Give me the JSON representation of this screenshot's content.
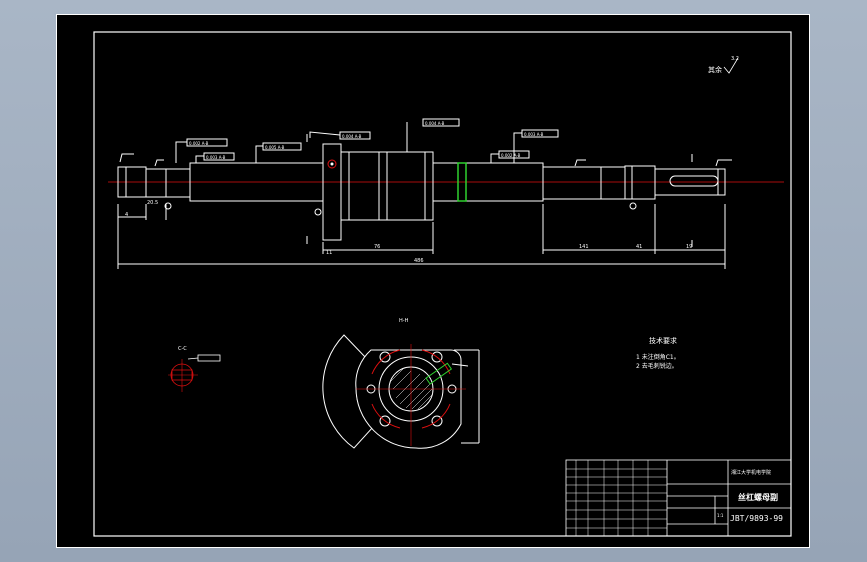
{
  "drawing": {
    "title": "丝杠螺母副",
    "code": "JBT/9893-99",
    "scale": "1:1",
    "title_block_note": "湘江大学机电学院",
    "roughness_note": "其余",
    "roughness_value": "3.2",
    "tech_req_title": "技术要求",
    "tech_req_items": [
      "1 未注倒角C1。",
      "2 去毛刺锐边。"
    ],
    "section_label_top": "H-H",
    "section_label_side": "C-C",
    "dimensions": {
      "overall": "486",
      "flange_to_end": "76",
      "nut_flange": "11",
      "right_seg": "141",
      "right_small": "41",
      "right_end": "19",
      "left_seg": "20.5",
      "left_end": "4"
    },
    "gd_t": [
      "0.002 A-B",
      "0.003 A-B",
      "0.005 A-B",
      "0.004 A-B",
      "0.004 A-B",
      "0.003 A-B",
      "0.002 A-B"
    ]
  }
}
